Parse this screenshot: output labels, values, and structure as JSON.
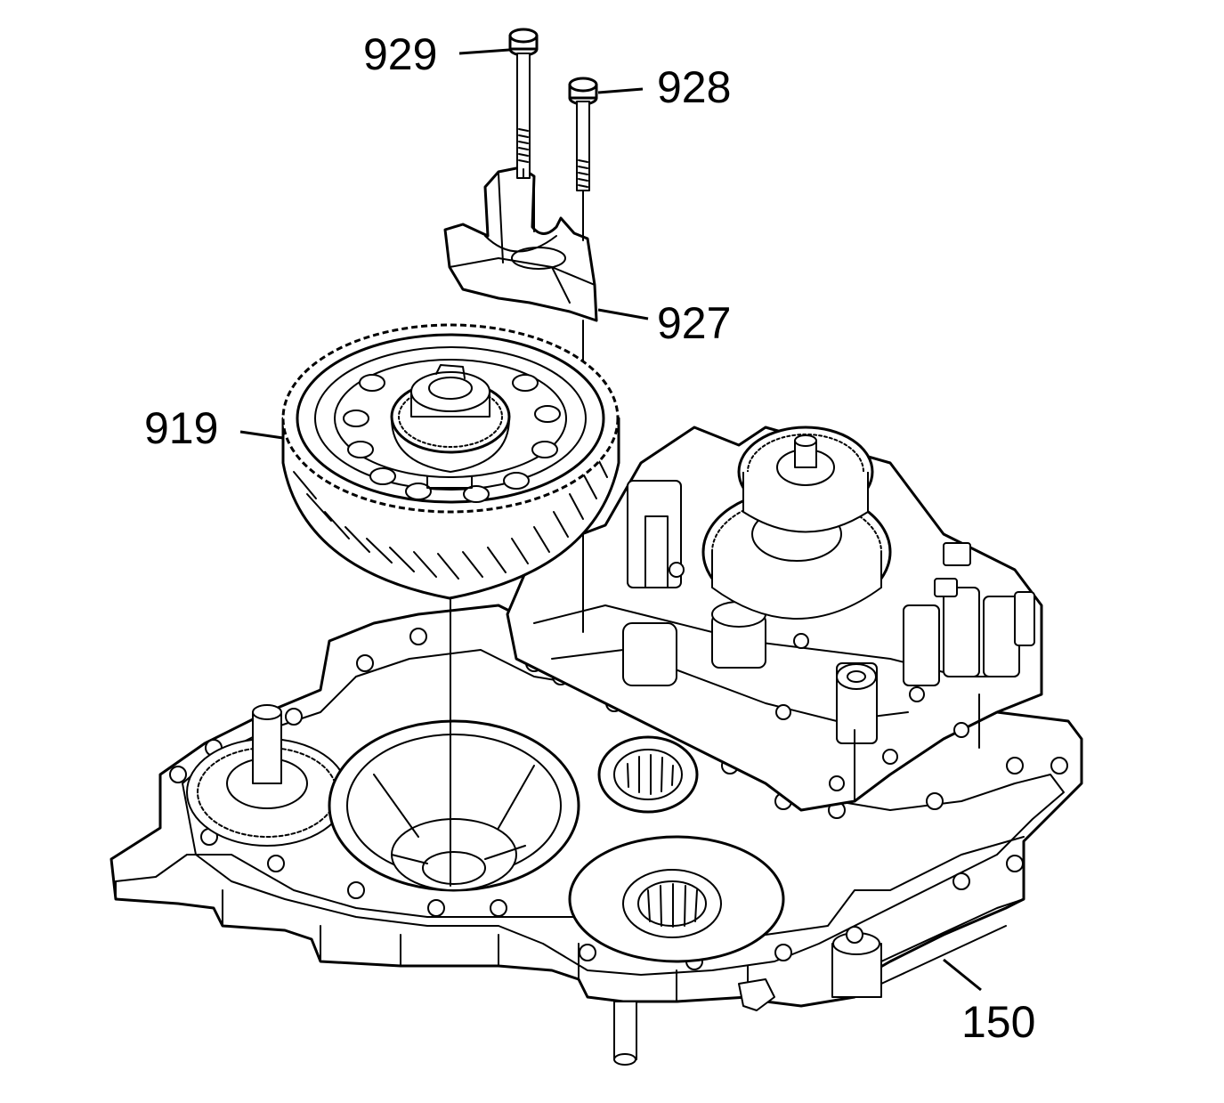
{
  "callouts": {
    "c929": "929",
    "c928": "928",
    "c927": "927",
    "c919": "919",
    "c150": "150"
  }
}
